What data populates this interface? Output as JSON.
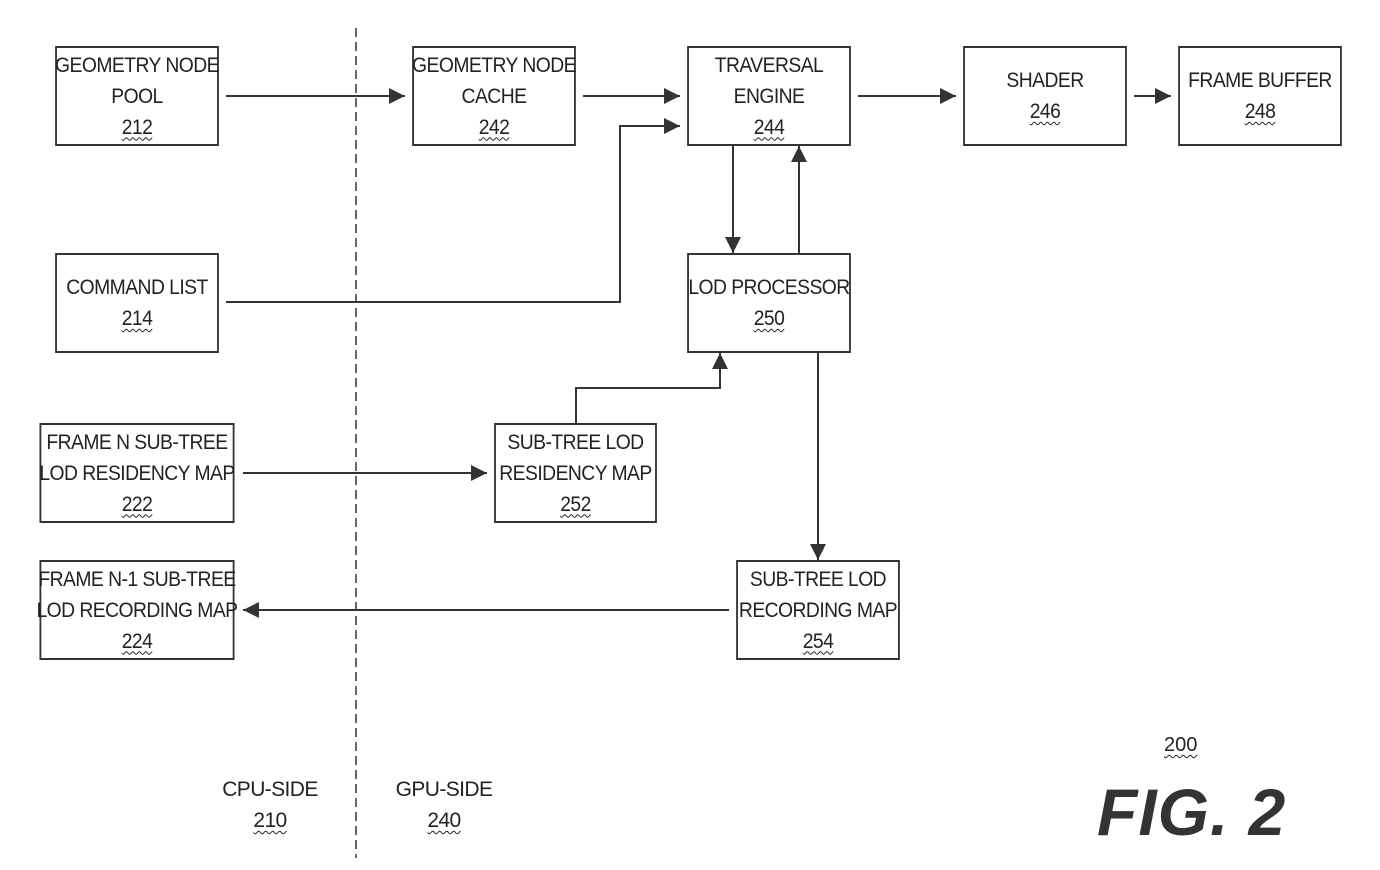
{
  "figure": {
    "title": "FIG. 2",
    "reference": "200"
  },
  "regions": {
    "cpu": {
      "label": "CPU-SIDE",
      "ref": "210"
    },
    "gpu": {
      "label": "GPU-SIDE",
      "ref": "240"
    }
  },
  "nodes": {
    "geometry_node_pool": {
      "lines": [
        "GEOMETRY NODE",
        "POOL"
      ],
      "ref": "212"
    },
    "command_list": {
      "lines": [
        "COMMAND LIST"
      ],
      "ref": "214"
    },
    "frame_n_residency": {
      "lines": [
        "FRAME N SUB-TREE",
        "LOD RESIDENCY MAP"
      ],
      "ref": "222"
    },
    "frame_n1_recording": {
      "lines": [
        "FRAME N-1 SUB-TREE",
        "LOD RECORDING MAP"
      ],
      "ref": "224"
    },
    "geometry_node_cache": {
      "lines": [
        "GEOMETRY NODE",
        "CACHE"
      ],
      "ref": "242"
    },
    "traversal_engine": {
      "lines": [
        "TRAVERSAL",
        "ENGINE"
      ],
      "ref": "244"
    },
    "shader": {
      "lines": [
        "SHADER"
      ],
      "ref": "246"
    },
    "frame_buffer": {
      "lines": [
        "FRAME BUFFER"
      ],
      "ref": "248"
    },
    "lod_processor": {
      "lines": [
        "LOD PROCESSOR"
      ],
      "ref": "250"
    },
    "subtree_residency": {
      "lines": [
        "SUB-TREE LOD",
        "RESIDENCY MAP"
      ],
      "ref": "252"
    },
    "subtree_recording": {
      "lines": [
        "SUB-TREE LOD",
        "RECORDING MAP"
      ],
      "ref": "254"
    }
  },
  "edges": [
    {
      "from": "geometry_node_pool",
      "to": "geometry_node_cache"
    },
    {
      "from": "geometry_node_cache",
      "to": "traversal_engine"
    },
    {
      "from": "command_list",
      "to": "traversal_engine"
    },
    {
      "from": "traversal_engine",
      "to": "shader"
    },
    {
      "from": "shader",
      "to": "frame_buffer"
    },
    {
      "from": "traversal_engine",
      "to": "lod_processor"
    },
    {
      "from": "lod_processor",
      "to": "traversal_engine"
    },
    {
      "from": "frame_n_residency",
      "to": "subtree_residency"
    },
    {
      "from": "subtree_residency",
      "to": "lod_processor"
    },
    {
      "from": "lod_processor",
      "to": "subtree_recording"
    },
    {
      "from": "subtree_recording",
      "to": "frame_n1_recording"
    }
  ]
}
